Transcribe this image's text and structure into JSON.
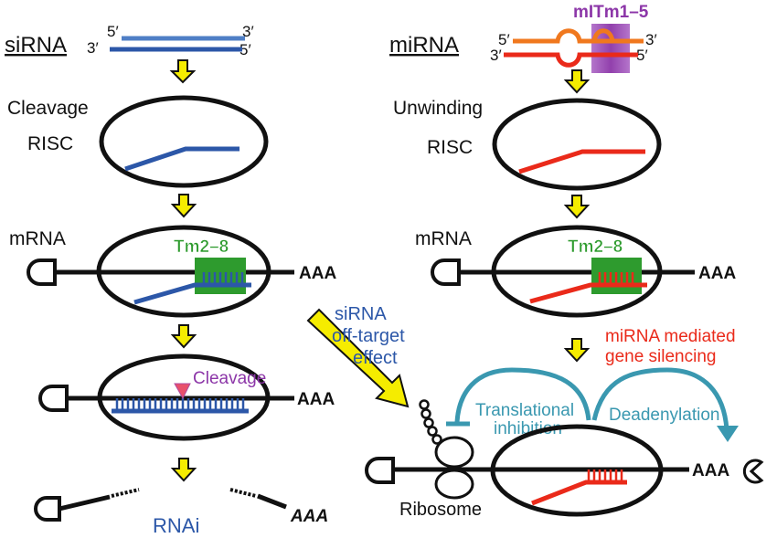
{
  "left_panel": {
    "title": "siRNA",
    "prime_5_top": "5′",
    "prime_3_top": "3′",
    "prime_3_bottom": "3′",
    "prime_5_bottom": "5′",
    "step_cleavage": "Cleavage",
    "risc": "RISC",
    "mrna": "mRNA",
    "seed_label": "Tm2–8",
    "poly_a_1": "AAA",
    "cleavage_site": "Cleavage",
    "poly_a_2": "AAA",
    "poly_a_3": "AAA",
    "outcome": "RNAi"
  },
  "right_panel": {
    "title": "miRNA",
    "prime_5_top": "5′",
    "prime_3_top": "3′",
    "prime_3_bottom": "3′",
    "prime_5_bottom": "5′",
    "modification": "mITm1–5",
    "step_unwinding": "Unwinding",
    "risc": "RISC",
    "mrna": "mRNA",
    "seed_label": "Tm2–8",
    "poly_a_1": "AAA",
    "silencing_line1": "miRNA mediated",
    "silencing_line2": "gene silencing",
    "translational_line1": "Translational",
    "translational_line2": "inhibition",
    "deadenylation": "Deadenylation",
    "ribosome": "Ribosome",
    "poly_a_2": "AAA"
  },
  "off_target": {
    "line1": "siRNA",
    "line2": "off-target",
    "line3": "effect"
  },
  "colors": {
    "sirna_blue": "#2c57a8",
    "mirna_red": "#ea2a1a",
    "mirna_orange": "#f0781e",
    "seed_green": "#2e9b2e",
    "modification_purple": "#8c36a8",
    "arrow_yellow": "#f5ec00",
    "pathway_teal": "#3a98b0"
  }
}
